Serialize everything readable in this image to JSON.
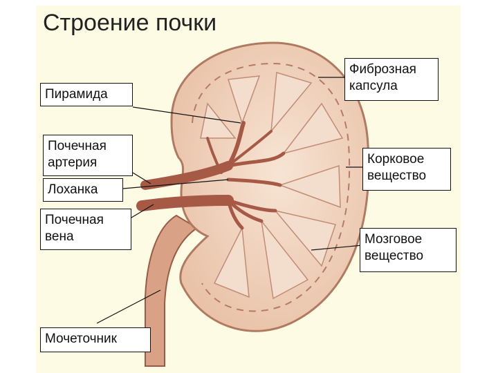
{
  "title": "Строение почки",
  "labels": {
    "pyramid": "Пирамида",
    "renal_artery": "Почечная артерия",
    "pelvis": "Лоханка",
    "renal_vein": "Почечная вена",
    "ureter": "Мочеточник",
    "fibrous_capsule": "Фиброзная капсула",
    "cortex": "Корковое вещество",
    "medulla": "Мозговое вещество"
  },
  "colors": {
    "background": "#fdfbe4",
    "kidney_fill": "#f1d6c2",
    "vessel": "#a65a46",
    "ureter": "#d79d82"
  }
}
